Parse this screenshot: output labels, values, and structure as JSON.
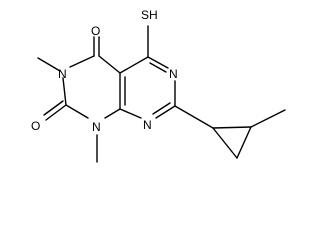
{
  "structure": {
    "atoms": {
      "thiol": "SH",
      "o_top": "O",
      "o_left": "O",
      "n3": "N",
      "n1": "N",
      "n6": "N",
      "n8": "N"
    }
  },
  "colors": {
    "ink": "#000000",
    "background": "#ffffff"
  }
}
